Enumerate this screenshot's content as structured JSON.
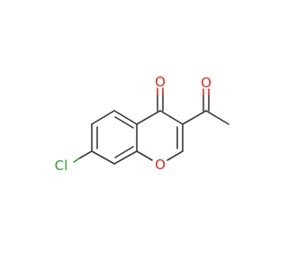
{
  "molecule": {
    "atom_labels": {
      "ketone_oxygen": "O",
      "acetyl_oxygen": "O",
      "ring_oxygen": "O",
      "chlorine": "Cl"
    },
    "colors": {
      "bond": "#3a3a3a",
      "oxygen": "#e8241a",
      "chlorine": "#2fa12f",
      "background": "#ffffff"
    }
  }
}
